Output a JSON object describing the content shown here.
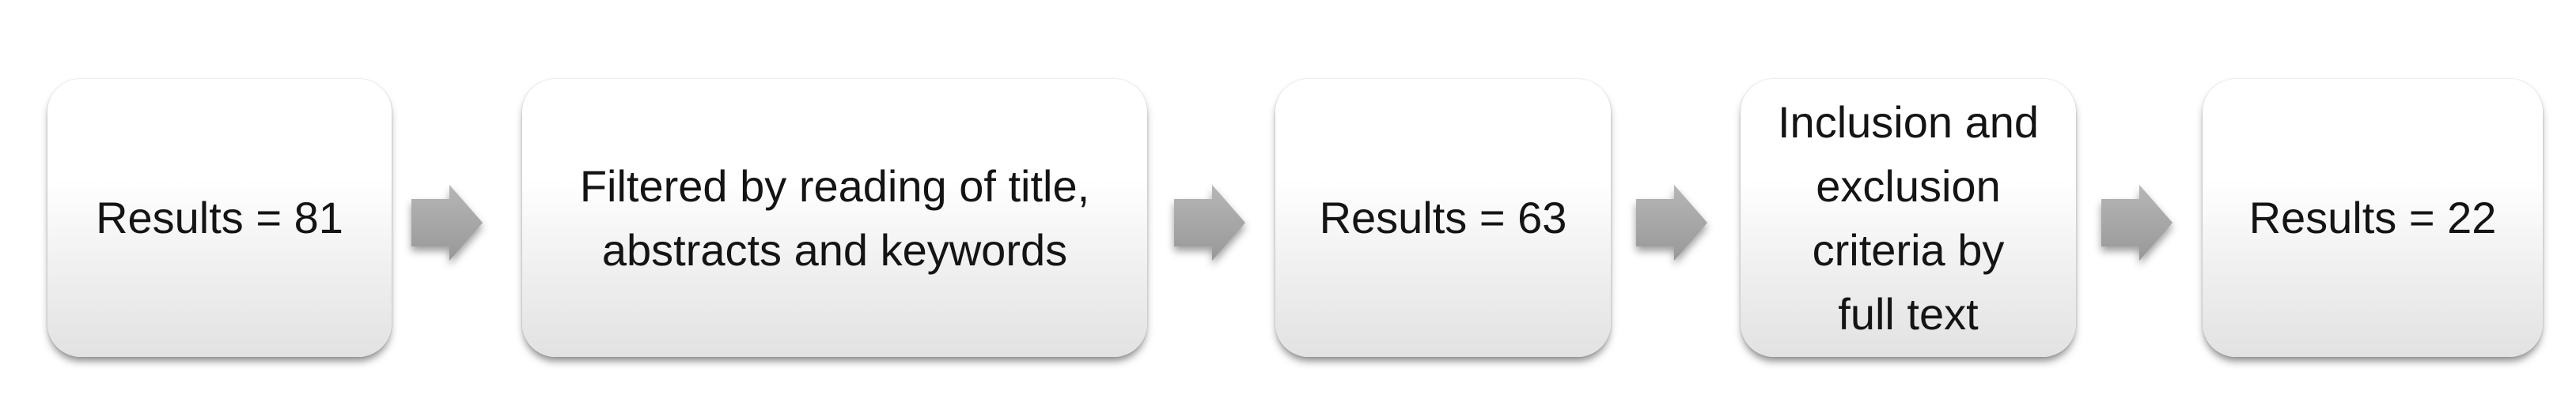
{
  "diagram": {
    "type": "flowchart",
    "direction": "left-to-right",
    "steps": [
      {
        "label": "Results = 81"
      },
      {
        "label": "Filtered by reading of title,\nabstracts and keywords"
      },
      {
        "label": "Results = 63"
      },
      {
        "label": "Inclusion and\nexclusion\ncriteria by\nfull text"
      },
      {
        "label": "Results = 22"
      }
    ],
    "connectors": [
      {
        "icon": "arrow-right-icon"
      },
      {
        "icon": "arrow-right-icon"
      },
      {
        "icon": "arrow-right-icon"
      },
      {
        "icon": "arrow-right-icon"
      }
    ],
    "colors": {
      "background": "#ffffff",
      "box_fill_top": "#ffffff",
      "box_fill_bottom": "#e2e2e2",
      "arrow_fill_top": "#b6b6b6",
      "arrow_fill_bottom": "#989898",
      "text": "#141414"
    }
  }
}
